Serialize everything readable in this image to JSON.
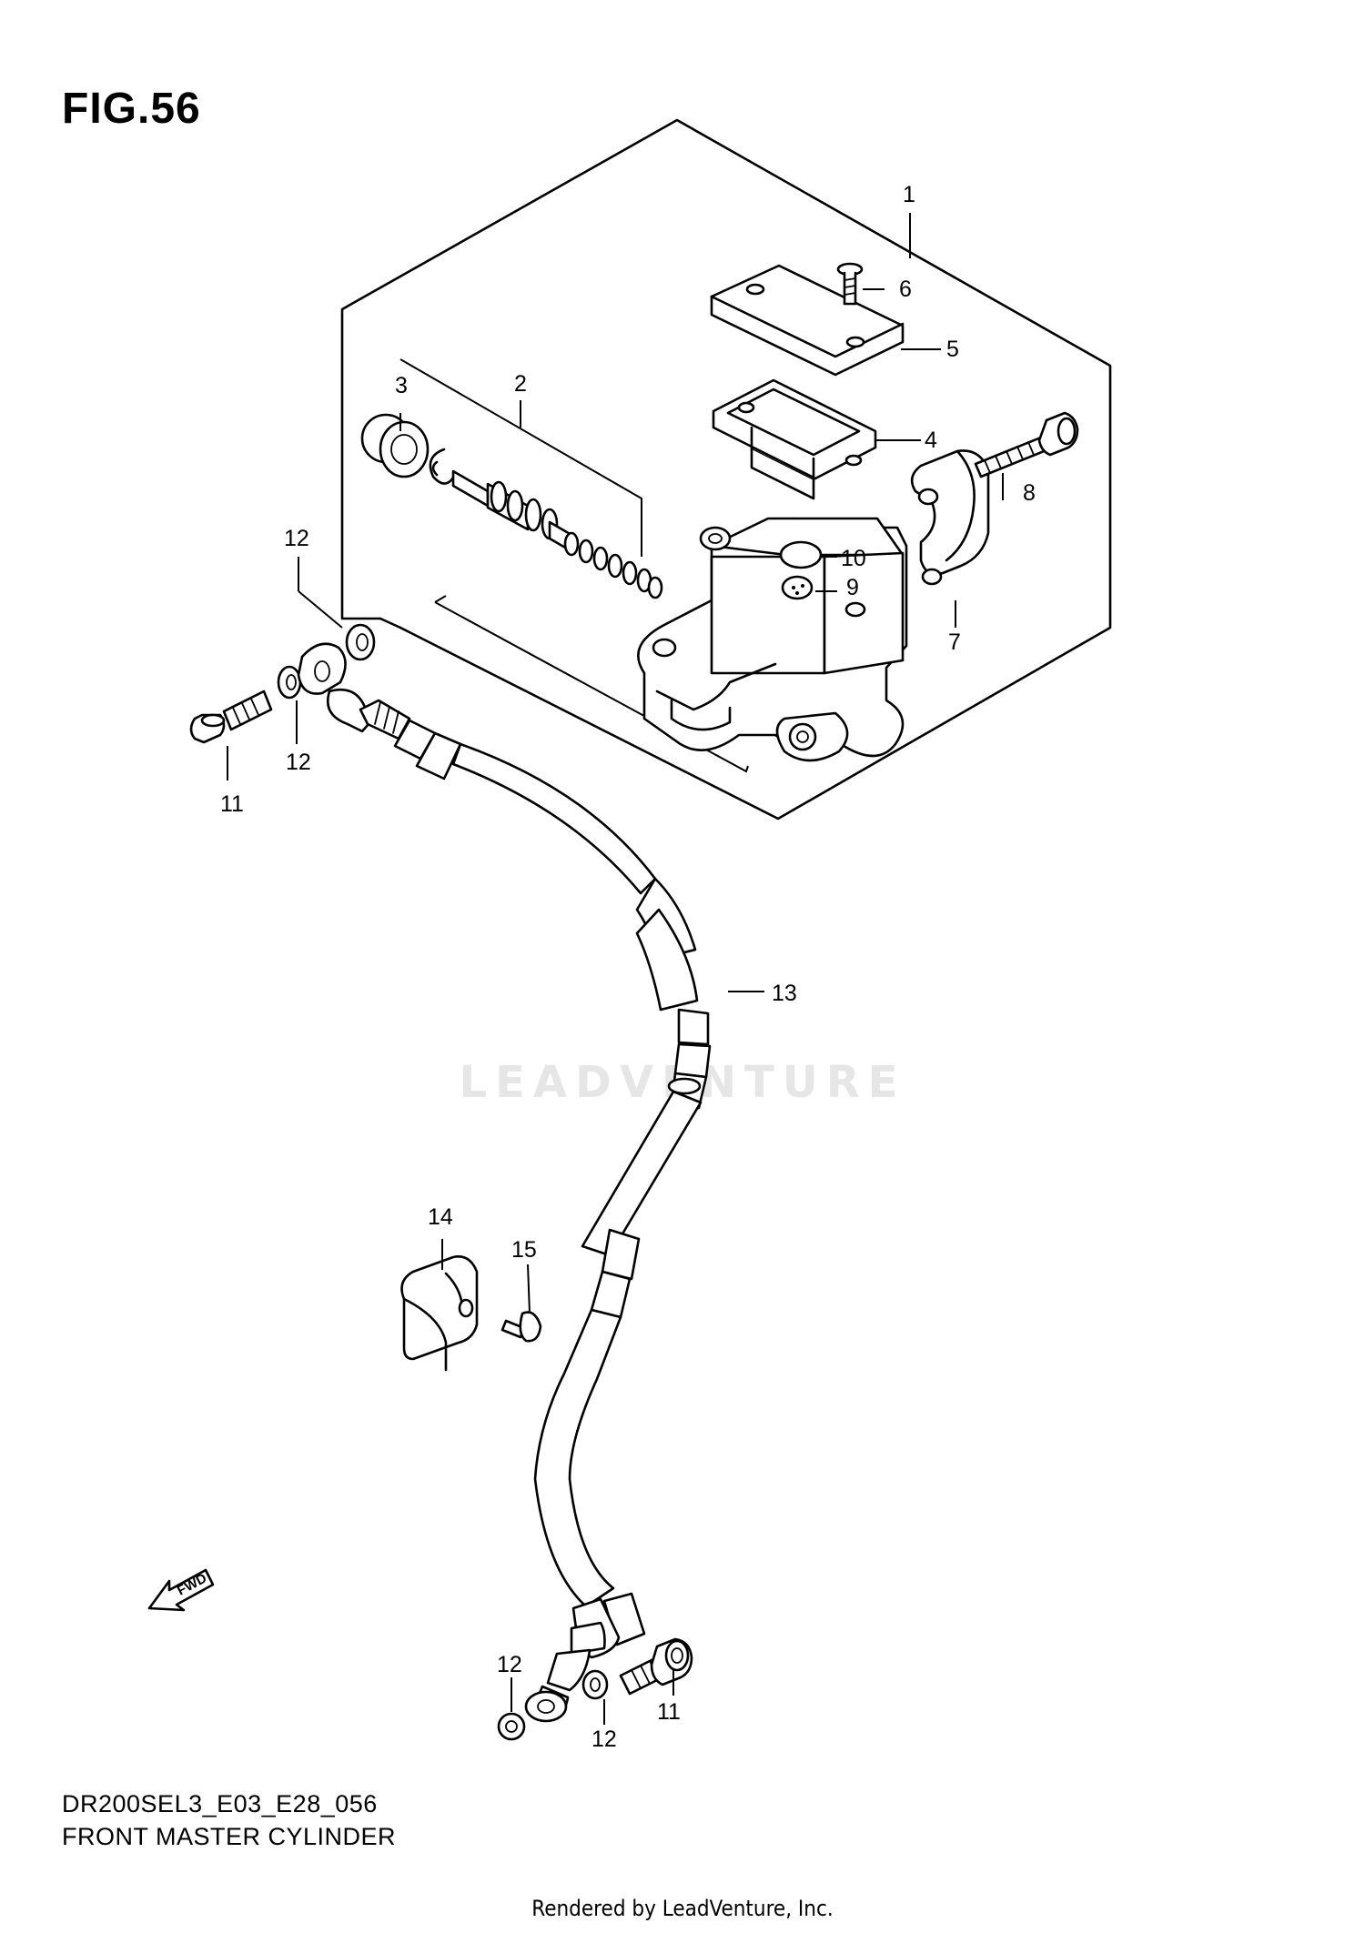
{
  "figure": {
    "title": "FIG.56",
    "diagram_code": "DR200SEL3_E03_E28_056",
    "diagram_name": "FRONT MASTER CYLINDER",
    "credit": "Rendered by LeadVenture, Inc.",
    "watermark": "LEADVENTURE",
    "direction_marker": "FWD"
  },
  "callouts": [
    {
      "id": "c1",
      "label": "1"
    },
    {
      "id": "c2",
      "label": "2"
    },
    {
      "id": "c3",
      "label": "3"
    },
    {
      "id": "c4",
      "label": "4"
    },
    {
      "id": "c5",
      "label": "5"
    },
    {
      "id": "c6",
      "label": "6"
    },
    {
      "id": "c7",
      "label": "7"
    },
    {
      "id": "c8",
      "label": "8"
    },
    {
      "id": "c9",
      "label": "9"
    },
    {
      "id": "c10",
      "label": "10"
    },
    {
      "id": "c11a",
      "label": "11"
    },
    {
      "id": "c11b",
      "label": "11"
    },
    {
      "id": "c12a",
      "label": "12"
    },
    {
      "id": "c12b",
      "label": "12"
    },
    {
      "id": "c12c",
      "label": "12"
    },
    {
      "id": "c12d",
      "label": "12"
    },
    {
      "id": "c13",
      "label": "13"
    },
    {
      "id": "c14",
      "label": "14"
    },
    {
      "id": "c15",
      "label": "15"
    }
  ]
}
